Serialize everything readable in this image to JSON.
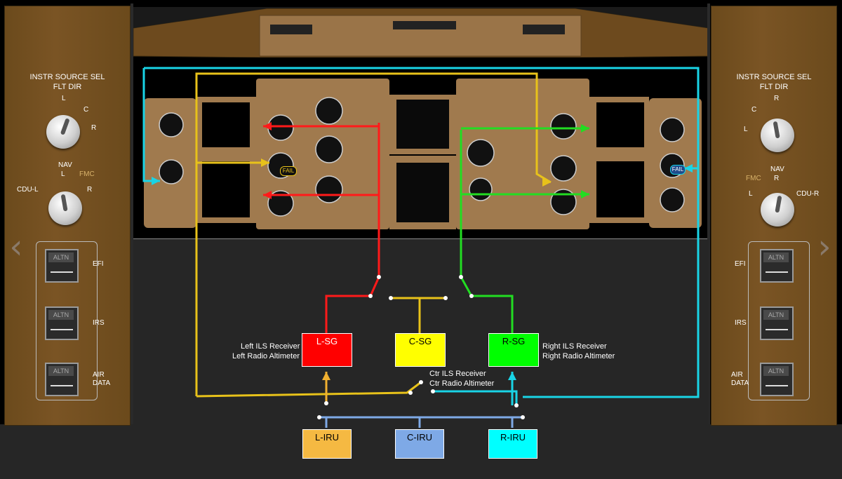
{
  "left_panel": {
    "title_1": "INSTR SOURCE SEL",
    "title_2": "FLT DIR",
    "fltdir_labels": {
      "L": "L",
      "C": "C",
      "R": "R"
    },
    "nav_label": "NAV",
    "nav_labels": {
      "L": "L",
      "FMC": "FMC",
      "R": "R",
      "CDU": "CDU-L"
    },
    "switches": [
      {
        "cap": "ALTN",
        "label": "EFI"
      },
      {
        "cap": "ALTN",
        "label": "IRS"
      },
      {
        "cap": "ALTN",
        "label": "AIR DATA"
      }
    ]
  },
  "right_panel": {
    "title_1": "INSTR SOURCE SEL",
    "title_2": "FLT DIR",
    "fltdir_labels": {
      "L": "L",
      "C": "C",
      "R": "R"
    },
    "nav_label": "NAV",
    "nav_labels": {
      "L": "L",
      "FMC": "FMC",
      "R": "R",
      "CDU": "CDU-R"
    },
    "switches": [
      {
        "cap": "ALTN",
        "label": "EFI"
      },
      {
        "cap": "ALTN",
        "label": "IRS"
      },
      {
        "cap": "ALTN",
        "label": "AIR DATA"
      }
    ]
  },
  "nav": {
    "prev_icon": "chevron-left-icon",
    "next_icon": "chevron-right-icon"
  },
  "symbol_generators": {
    "left": {
      "label": "L-SG",
      "color": "#ff0000"
    },
    "center": {
      "label": "C-SG",
      "color": "#ffff00"
    },
    "right": {
      "label": "R-SG",
      "color": "#00ff00"
    }
  },
  "irus": {
    "left": {
      "label": "L-IRU",
      "color": "#f5b942"
    },
    "center": {
      "label": "C-IRU",
      "color": "#7ea9e6"
    },
    "right": {
      "label": "R-IRU",
      "color": "#00ffff"
    }
  },
  "annotations": {
    "left_1": "Left ILS Receiver",
    "left_2": "Left Radio Altimeter",
    "right_1": "Right ILS Receiver",
    "right_2": "Right Radio Altimeter",
    "ctr_1": "Ctr ILS Receiver",
    "ctr_2": "Ctr Radio Altimeter"
  },
  "fail_flag": "FAIL",
  "wire_colors": {
    "left": "#ff1a1a",
    "center": "#e8c21a",
    "right": "#22dd22",
    "iru_left": "#f0b030",
    "iru_right": "#19d4e6",
    "iru_bus": "#7ea9e6"
  }
}
